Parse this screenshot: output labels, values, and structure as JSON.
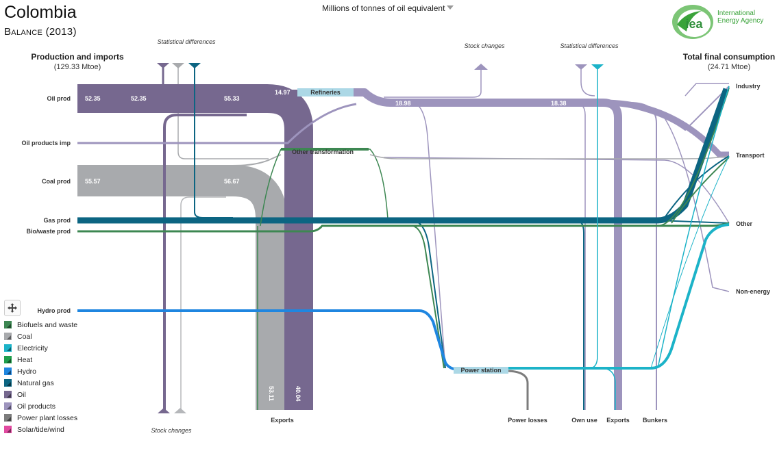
{
  "header": {
    "country": "Colombia",
    "balance": "Balance (2013)",
    "unit_selector": "Millions of tonnes of oil equivalent"
  },
  "logo": {
    "mark": "iea",
    "line1": "International",
    "line2": "Energy Agency"
  },
  "left_panel": {
    "title": "Production and imports",
    "total": "(129.33 Mtoe)"
  },
  "right_panel": {
    "title": "Total final consumption",
    "total": "(24.71 Mtoe)"
  },
  "notes": {
    "stat_diff_left": "Statistical differences",
    "stock_changes_top": "Stock  changes",
    "stat_diff_right": "Statistical differences",
    "stock_changes_bottom": "Stock changes"
  },
  "sources": [
    "Oil prod",
    "Oil products imp",
    "Coal prod",
    "Gas prod",
    "Bio/waste prod",
    "Hydro prod"
  ],
  "nodes": {
    "refineries": "Refineries",
    "other_transformation": "Other transformation",
    "power_station": "Power station"
  },
  "destinations": [
    "Industry",
    "Transport",
    "Other",
    "Non-energy"
  ],
  "bottom_sinks": [
    "Exports",
    "Power losses",
    "Own use",
    "Exports",
    "Bunkers"
  ],
  "flow_values": {
    "oil_1": "52.35",
    "oil_2": "52.35",
    "oil_3": "55.33",
    "oil_ref": "14.97",
    "oilprod_1": "18.98",
    "oilprod_2": "18.38",
    "coal_1": "55.57",
    "coal_2": "56.67",
    "coal_export": "53.11",
    "oil_export": "40.04"
  },
  "legend": [
    {
      "label": "Biofuels and waste",
      "color": "#3d8752"
    },
    {
      "label": "Coal",
      "color": "#a8aaad"
    },
    {
      "label": "Electricity",
      "color": "#1cb3c8"
    },
    {
      "label": "Heat",
      "color": "#1f9e4c"
    },
    {
      "label": "Hydro",
      "color": "#1f86e0"
    },
    {
      "label": "Natural gas",
      "color": "#0c6582"
    },
    {
      "label": "Oil",
      "color": "#76688f"
    },
    {
      "label": "Oil products",
      "color": "#9d94bd"
    },
    {
      "label": "Power plant losses",
      "color": "#7c7c7c"
    },
    {
      "label": "Solar/tide/wind",
      "color": "#e14aa0"
    }
  ],
  "colors": {
    "oil": "#76688f",
    "oil_products": "#9d94bd",
    "coal": "#a8aaad",
    "gas": "#0c6582",
    "bio": "#3d8752",
    "hydro": "#1f86e0",
    "electricity": "#1cb3c8",
    "losses": "#7c7c7c",
    "node_fill": "#acd8e6",
    "brand": "#3aa33a"
  }
}
